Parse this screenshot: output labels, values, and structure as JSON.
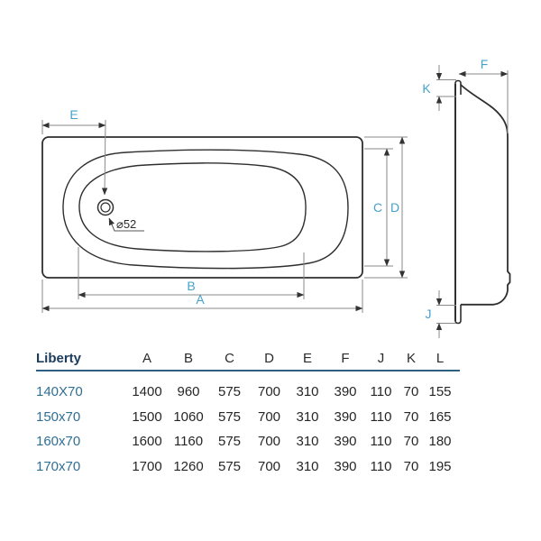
{
  "diagram": {
    "top_view": {
      "labels": {
        "E": "E",
        "C": "C",
        "D": "D",
        "B": "B",
        "A": "A"
      },
      "drain_label": "⌀52"
    },
    "side_view": {
      "labels": {
        "F": "F",
        "K": "K",
        "J": "J"
      }
    },
    "colors": {
      "outline": "#333333",
      "dim_line": "#8a8a8a",
      "dim_label": "#45a1c9"
    }
  },
  "table": {
    "title": "Liberty",
    "columns": [
      "A",
      "B",
      "C",
      "D",
      "E",
      "F",
      "J",
      "K",
      "L"
    ],
    "rows": [
      {
        "model": "140X70",
        "values": [
          1400,
          960,
          575,
          700,
          310,
          390,
          110,
          70,
          155
        ]
      },
      {
        "model": "150x70",
        "values": [
          1500,
          1060,
          575,
          700,
          310,
          390,
          110,
          70,
          165
        ]
      },
      {
        "model": "160x70",
        "values": [
          1600,
          1160,
          575,
          700,
          310,
          390,
          110,
          70,
          180
        ]
      },
      {
        "model": "170x70",
        "values": [
          1700,
          1260,
          575,
          700,
          310,
          390,
          110,
          70,
          195
        ]
      }
    ],
    "colors": {
      "title": "#1c3c5c",
      "model": "#2f6f94",
      "value": "#262626",
      "rule": "#2d5f80"
    }
  }
}
